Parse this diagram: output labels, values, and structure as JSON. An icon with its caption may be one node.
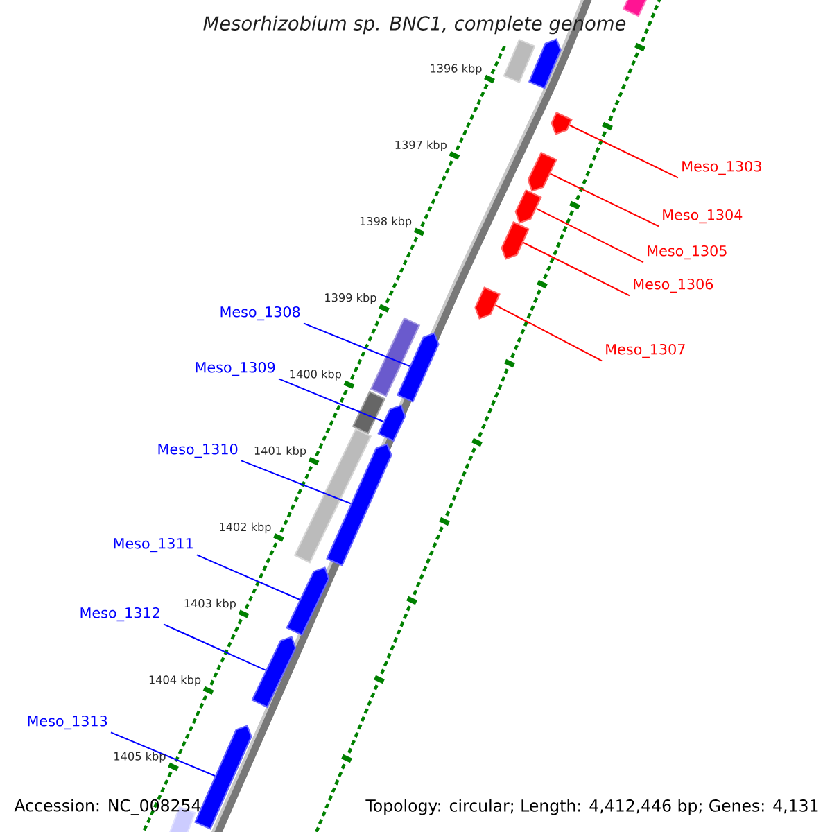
{
  "diagram": {
    "title": "Mesorhizobium sp. BNC1, complete genome",
    "nodes": [
      {
        "text": [
          "Meso_1303"
        ]
      },
      {
        "text": [
          "Meso_1304"
        ]
      },
      {
        "text": [
          "Meso_1305"
        ]
      },
      {
        "text": [
          "Meso_1306"
        ]
      },
      {
        "text": [
          "Meso_1307"
        ]
      },
      {
        "text": [
          "Meso_1308"
        ]
      },
      {
        "text": [
          "Meso_1309"
        ]
      },
      {
        "text": [
          "Meso_1310"
        ]
      },
      {
        "text": [
          "Meso_1311"
        ]
      },
      {
        "text": [
          "Meso_1312"
        ]
      },
      {
        "text": [
          "Meso_1313"
        ]
      },
      {
        "text": [],
        "shape": "bar"
      },
      {
        "text": [],
        "shape": "bar"
      },
      {
        "text": [],
        "shape": "bar"
      },
      {
        "text": [],
        "shape": "bar"
      },
      {
        "text": [],
        "shape": "bar"
      },
      {
        "text": [],
        "shape": "bar"
      },
      {
        "text": [],
        "shape": "bar"
      },
      {
        "text": [],
        "shape": "bar"
      },
      {
        "text": [],
        "shape": "bar"
      },
      {
        "text": [],
        "shape": "bar"
      },
      {
        "text": [],
        "shape": "bar"
      },
      {
        "text": [],
        "shape": "box"
      },
      {
        "text": [],
        "shape": "box"
      },
      {
        "text": [],
        "shape": "bar"
      },
      {
        "text": [],
        "shape": "box"
      },
      {
        "text": [],
        "shape": "box"
      },
      {
        "text": [],
        "shape": "box"
      },
      {
        "text": [],
        "shape": "box"
      }
    ],
    "edges": [
      {
        "from": 0,
        "to": 11,
        "arrow": "none",
        "color": "#ff0000"
      },
      {
        "from": 1,
        "to": 12,
        "arrow": "none",
        "color": "#ff0000"
      },
      {
        "from": 2,
        "to": 13,
        "arrow": "none",
        "color": "#ff0000"
      },
      {
        "from": 3,
        "to": 14,
        "arrow": "none",
        "color": "#ff0000"
      },
      {
        "from": 4,
        "to": 15,
        "arrow": "none",
        "color": "#ff0000"
      },
      {
        "from": 5,
        "to": 16,
        "arrow": "none"
      },
      {
        "from": 6,
        "to": 17,
        "arrow": "none"
      },
      {
        "from": 7,
        "to": 18,
        "arrow": "none"
      },
      {
        "from": 8,
        "to": 19,
        "arrow": "none"
      },
      {
        "from": 9,
        "to": 20,
        "arrow": "none"
      },
      {
        "from": 10,
        "to": 21,
        "arrow": "none"
      }
    ],
    "labels": [
      "1396 kbp",
      "1397 kbp",
      "1398 kbp",
      "1399 kbp",
      "1400 kbp",
      "1401 kbp",
      "1402 kbp",
      "1403 kbp",
      "1404 kbp",
      "1405 kbp",
      "Accession: NC_008254",
      "Topology: circular; Length: 4,412,446 bp; Genes: 4,131"
    ]
  }
}
